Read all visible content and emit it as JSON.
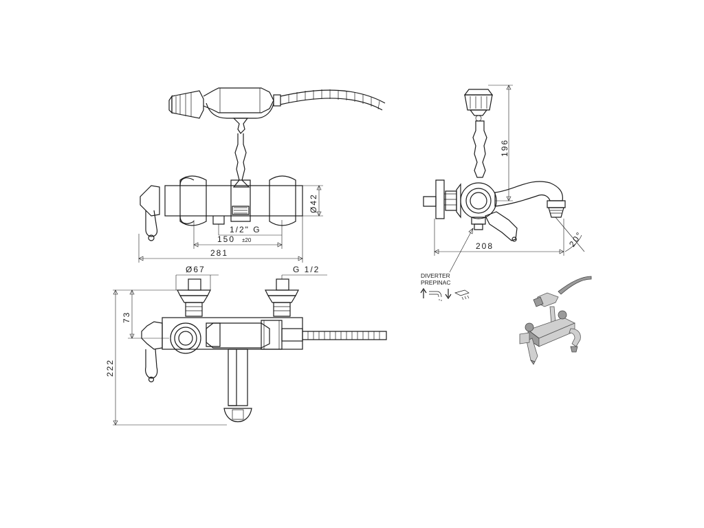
{
  "dimensions": {
    "top_view": {
      "d42": "Ø42",
      "half_g": "1/2\" G",
      "c150": "150",
      "c150_tol": "±20",
      "w281": "281"
    },
    "front_view": {
      "d67": "Ø67",
      "g_half": "G 1/2",
      "h73": "73",
      "h222": "222"
    },
    "side_view": {
      "h196": "196",
      "w208": "208",
      "angle20": "20°"
    }
  },
  "diverter": {
    "line1": "DIVERTER",
    "line2": "PREPINAC"
  }
}
